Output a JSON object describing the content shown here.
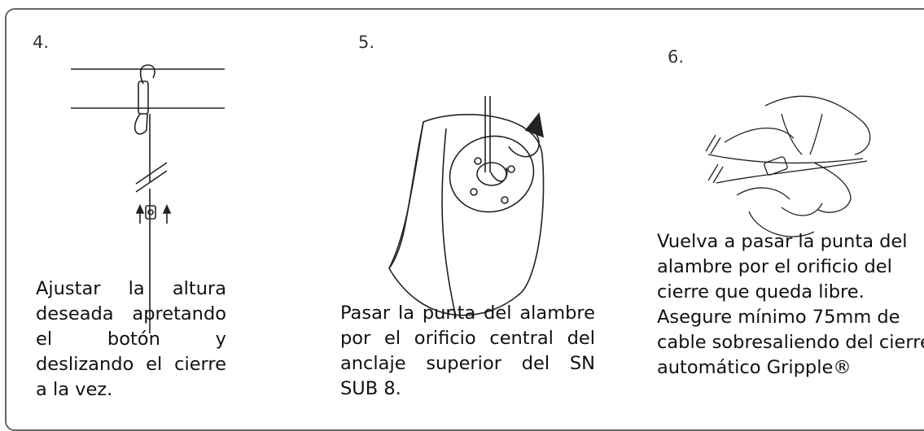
{
  "steps": [
    {
      "number": "4.",
      "text": "Ajustar la altura deseada apretando el botón y deslizando el cierre a la vez."
    },
    {
      "number": "5.",
      "text": "Pasar la punta del alambre por el orificio central del anclaje superior del SN SUB 8."
    },
    {
      "number": "6.",
      "lines": [
        "Vuelva a pasar la punta del",
        "alambre por el orificio del",
        "cierre que queda libre.",
        "Asegure mínimo 75mm de",
        "cable sobresaliendo del cierre",
        "automático Gripple®"
      ]
    }
  ]
}
